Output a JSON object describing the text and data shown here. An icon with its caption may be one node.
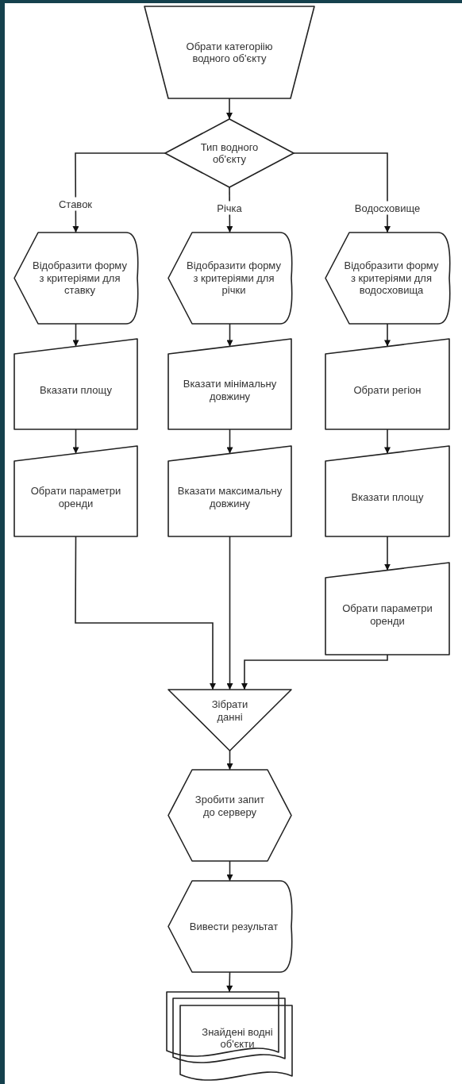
{
  "diagram": {
    "nodes": [
      {
        "text": [
          "Обрати категоріію водного об'єкту"
        ]
      },
      {
        "text": [
          "Тип водного об'єкту"
        ]
      },
      {
        "text": [
          "Відобразити форму з критеріями для ставку"
        ]
      },
      {
        "text": [
          "Відобразити форму з критеріями для річки"
        ]
      },
      {
        "text": [
          "Відобразити форму з критеріями для водосховища"
        ]
      },
      {
        "text": [
          "Вказати площу"
        ]
      },
      {
        "text": [
          "Вказати мінімальну довжину"
        ]
      },
      {
        "text": [
          "Обрати регіон"
        ]
      },
      {
        "text": [
          "Обрати параметри оренди"
        ]
      },
      {
        "text": [
          "Вказати максимальну довжину"
        ]
      },
      {
        "text": [
          "Вказати площу"
        ]
      },
      {
        "text": [
          "Обрати параметри оренди"
        ]
      },
      {
        "text": [
          "Зібрати данні"
        ]
      },
      {
        "text": [
          "Зробити запит до серверу"
        ]
      },
      {
        "text": [
          "Вивести результат"
        ]
      },
      {
        "text": [
          "Знайдені водні об'єкти"
        ]
      }
    ],
    "edges": [
      {
        "from": 0,
        "to": 1,
        "arrow": "to"
      },
      {
        "from": 1,
        "to": 2,
        "arrow": "to",
        "label": "Ставок"
      },
      {
        "from": 1,
        "to": 3,
        "arrow": "to",
        "label": "Річка"
      },
      {
        "from": 1,
        "to": 4,
        "arrow": "to",
        "label": "Водосховище"
      },
      {
        "from": 2,
        "to": 5,
        "arrow": "to"
      },
      {
        "from": 5,
        "to": 8,
        "arrow": "to"
      },
      {
        "from": 3,
        "to": 6,
        "arrow": "to"
      },
      {
        "from": 6,
        "to": 9,
        "arrow": "to"
      },
      {
        "from": 4,
        "to": 7,
        "arrow": "to"
      },
      {
        "from": 7,
        "to": 10,
        "arrow": "to"
      },
      {
        "from": 10,
        "to": 11,
        "arrow": "to"
      },
      {
        "from": 8,
        "to": 12,
        "arrow": "to"
      },
      {
        "from": 9,
        "to": 12,
        "arrow": "to"
      },
      {
        "from": 11,
        "to": 12,
        "arrow": "to"
      },
      {
        "from": 12,
        "to": 13,
        "arrow": "to"
      },
      {
        "from": 13,
        "to": 14,
        "arrow": "to"
      },
      {
        "from": 14,
        "to": 15,
        "arrow": "to"
      }
    ]
  }
}
